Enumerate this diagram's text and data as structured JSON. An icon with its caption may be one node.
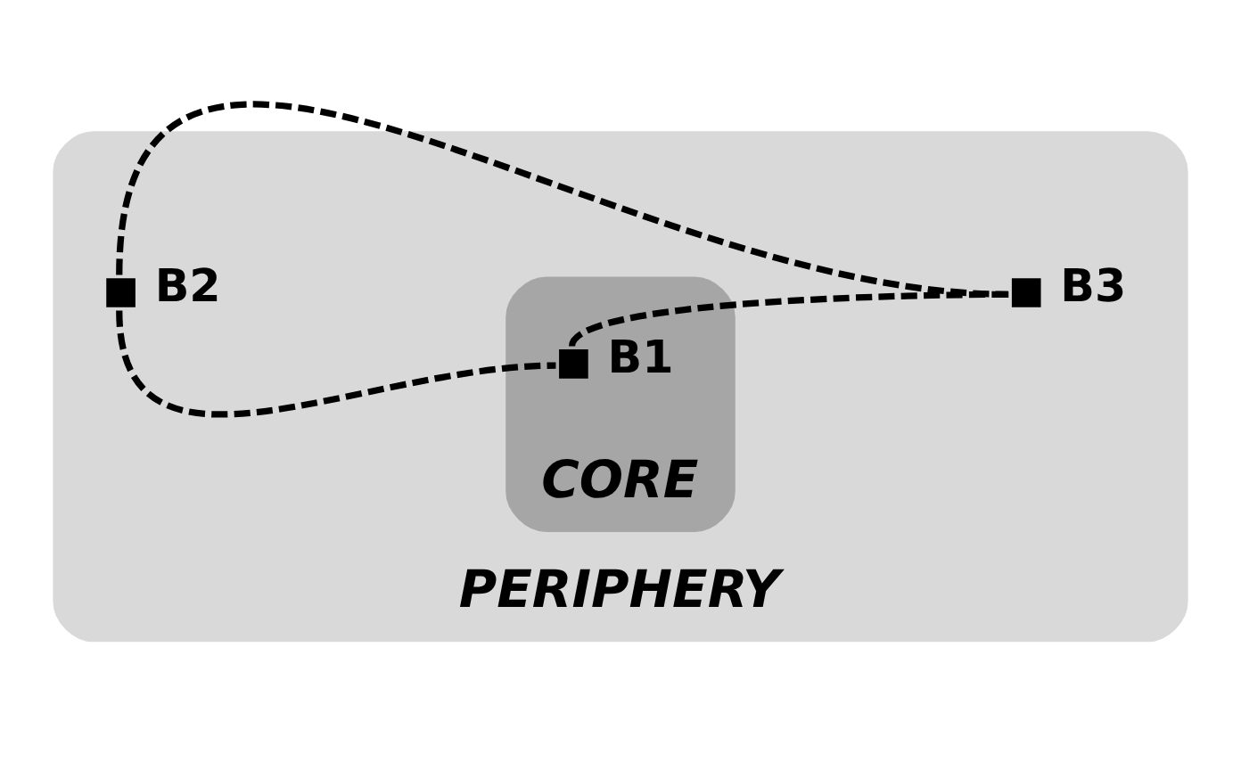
{
  "diagram": {
    "nodes": [
      {
        "text": [
          "PERIPHERY"
        ]
      },
      {
        "text": [
          "CORE"
        ],
        "in": 0
      },
      {
        "text": [
          "B3"
        ],
        "in": 0
      },
      {
        "text": [
          "B1"
        ],
        "in": 1
      },
      {
        "text": [
          "B2"
        ],
        "in": 0
      }
    ],
    "edges": [
      {
        "from": 4,
        "to": 2,
        "arrow": "none",
        "style": "dashed"
      },
      {
        "from": 3,
        "to": 2,
        "arrow": "none",
        "style": "dashed"
      },
      {
        "from": 4,
        "to": 3,
        "arrow": "none",
        "style": "dashed"
      }
    ]
  }
}
